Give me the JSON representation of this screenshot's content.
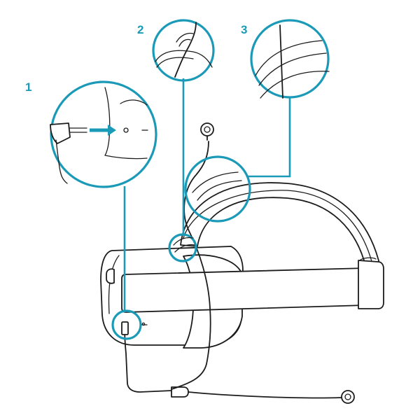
{
  "colors": {
    "accent": "#1b9ab8",
    "line": "#1c1c1c",
    "background": "#ffffff"
  },
  "steps": [
    {
      "number": "1",
      "depicts": "audio-jack-plugged-into-headset-port"
    },
    {
      "number": "2",
      "depicts": "cable-routed-under-strap-clip"
    },
    {
      "number": "3",
      "depicts": "cable-running-along-top-strap"
    }
  ]
}
